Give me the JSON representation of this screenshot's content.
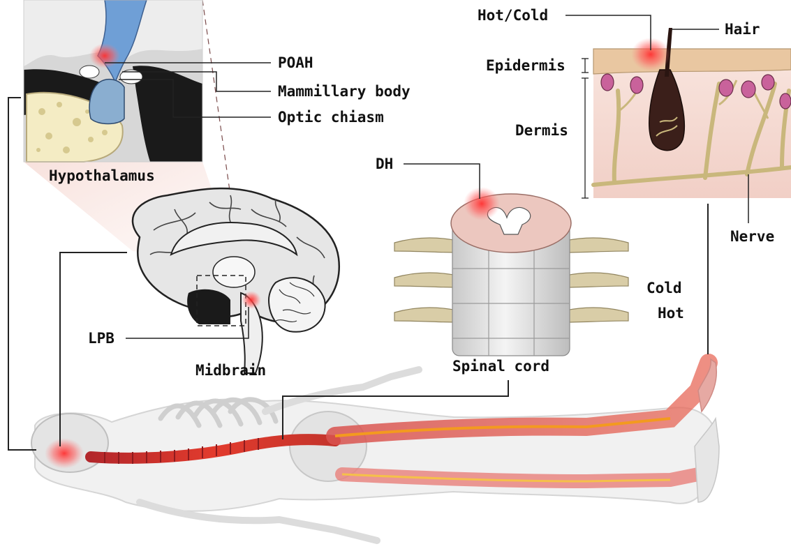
{
  "labels": {
    "poah": "POAH",
    "mammillary_body": "Mammillary body",
    "optic_chiasm": "Optic chiasm",
    "hypothalamus": "Hypothalamus",
    "lpb": "LPB",
    "midbrain": "Midbrain",
    "dh": "DH",
    "spinal_cord": "Spinal cord",
    "hot_cold": "Hot/Cold",
    "hair": "Hair",
    "epidermis": "Epidermis",
    "dermis": "Dermis",
    "nerve": "Nerve",
    "cold": "Cold",
    "hot": "Hot"
  },
  "colors": {
    "label_text": "#111111",
    "leader_line": "#222222",
    "signal_red": "#e8262b",
    "signal_orange": "#f39a1f",
    "skin_epidermis": "#e9c7a1",
    "skin_dermis": "#f6dcd6",
    "nerve_fiber": "#c9b77c",
    "brain_grey": "#dcdcdc",
    "ventricle_blue": "#6f9fd6",
    "bone_grey": "#e6e6e6"
  },
  "icons": {
    "hypothalamus_inset": "hypothalamus-cross-section",
    "brain": "sagittal-brain",
    "spinal_cord": "spinal-cord-segment",
    "skin": "skin-cross-section",
    "skeleton": "reclining-skeleton"
  }
}
